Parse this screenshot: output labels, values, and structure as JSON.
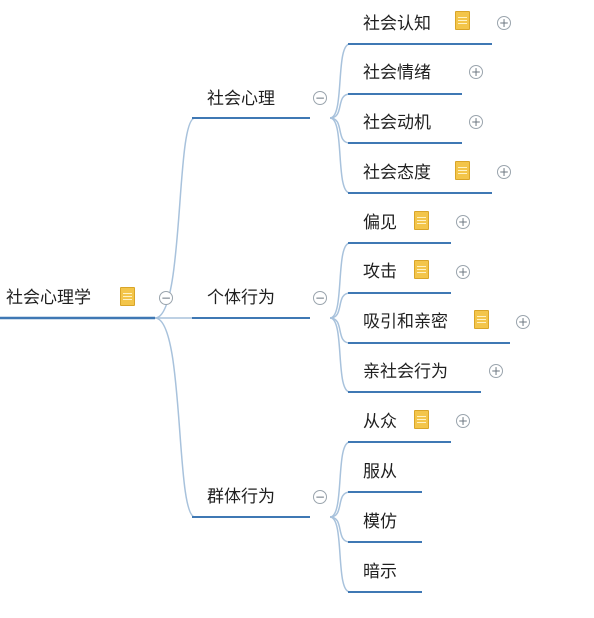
{
  "mindmap": {
    "root": {
      "label": "社会心理学"
    },
    "branches": [
      {
        "label": "社会心理",
        "children": [
          {
            "label": "社会认知",
            "note": true,
            "expand": true
          },
          {
            "label": "社会情绪",
            "note": false,
            "expand": true
          },
          {
            "label": "社会动机",
            "note": false,
            "expand": true
          },
          {
            "label": "社会态度",
            "note": true,
            "expand": true
          }
        ]
      },
      {
        "label": "个体行为",
        "children": [
          {
            "label": "偏见",
            "note": true,
            "expand": true
          },
          {
            "label": "攻击",
            "note": true,
            "expand": true
          },
          {
            "label": "吸引和亲密",
            "note": true,
            "expand": true
          },
          {
            "label": "亲社会行为",
            "note": false,
            "expand": true
          }
        ]
      },
      {
        "label": "群体行为",
        "children": [
          {
            "label": "从众",
            "note": true,
            "expand": true
          },
          {
            "label": "服从",
            "note": false,
            "expand": false
          },
          {
            "label": "模仿",
            "note": false,
            "expand": false
          },
          {
            "label": "暗示",
            "note": false,
            "expand": false
          }
        ]
      }
    ],
    "symbols": {
      "collapse": "−",
      "expand": "+"
    },
    "colors": {
      "line": "#3f78b4",
      "connector": "#a8c2dc",
      "note": "#f3c54a"
    }
  }
}
